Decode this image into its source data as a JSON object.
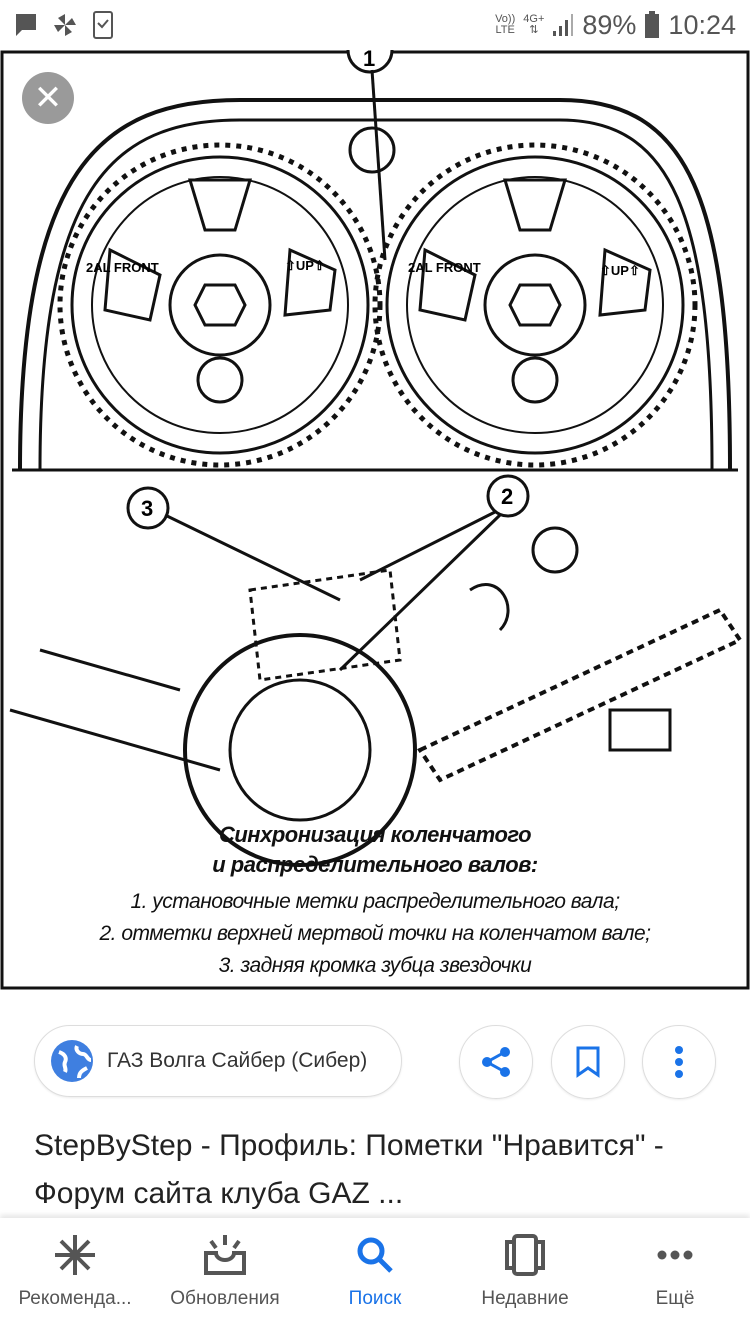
{
  "status_bar": {
    "network_top": "Vo))",
    "network_bottom": "LTE",
    "data_type": "4G+",
    "battery": "89%",
    "time": "10:24"
  },
  "image": {
    "labels": {
      "callout_1": "1",
      "callout_2": "2",
      "callout_3": "3",
      "front_left": "2AL FRONT",
      "front_right": "2AL FRONT",
      "up_left": "⇧UP⇧",
      "up_right": "⇧UP⇧"
    },
    "caption": [
      "Синхронизация коленчатого",
      "и распределительного валов:",
      "1. установочные метки распределительного вала;",
      "2. отметки верхней мертвой точки на коленчатом вале;",
      "3. задняя кромка зубца звездочки"
    ]
  },
  "source": {
    "label": "ГАЗ Волга Сайбер (Сибер)"
  },
  "result_title": "StepByStep - Профиль: Пометки \"Нравится\" - Форум сайта клуба GAZ ...",
  "bottom_nav": [
    {
      "label": "Рекоменда...",
      "icon": "asterisk-icon"
    },
    {
      "label": "Обновления",
      "icon": "updates-icon"
    },
    {
      "label": "Поиск",
      "icon": "search-icon"
    },
    {
      "label": "Недавние",
      "icon": "recent-icon"
    },
    {
      "label": "Ещё",
      "icon": "more-icon"
    }
  ],
  "colors": {
    "accent": "#1a73e8",
    "globe": "#3f7fe0"
  }
}
